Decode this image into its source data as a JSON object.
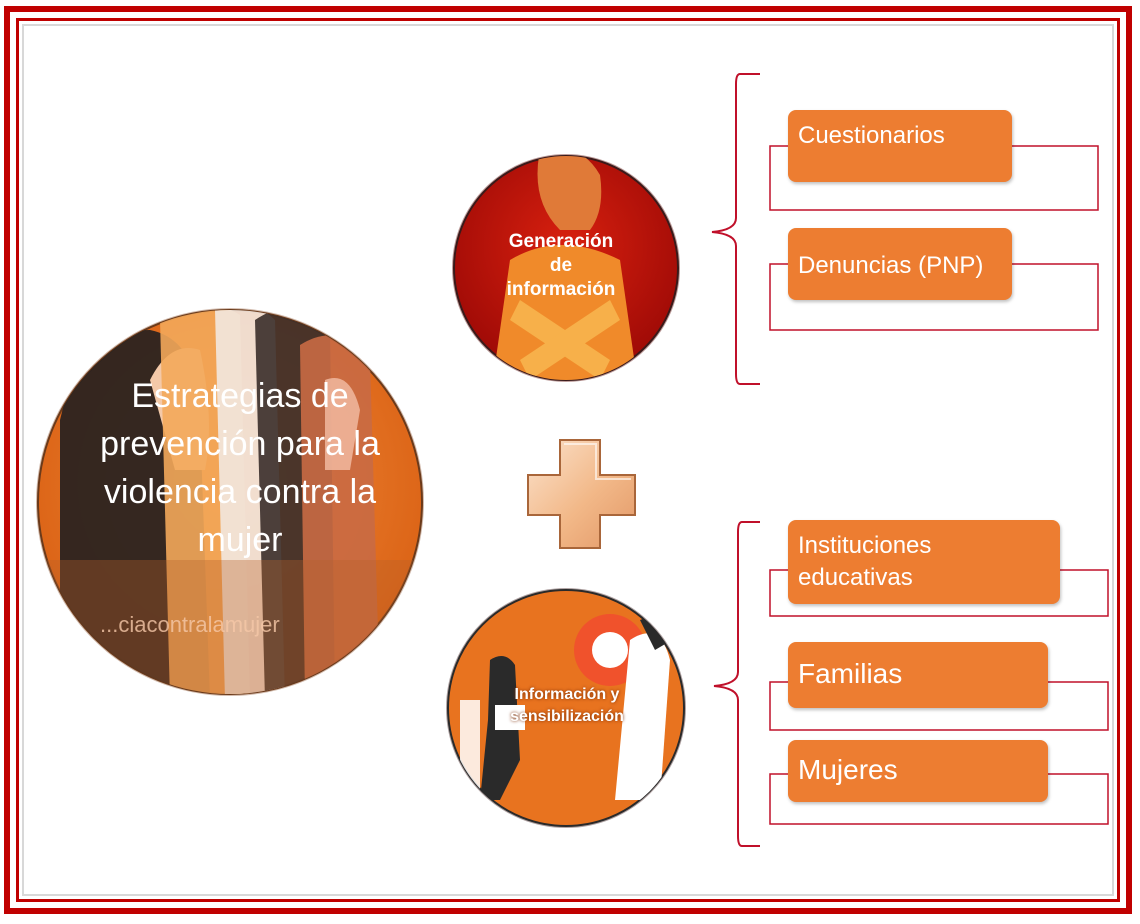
{
  "main_circle": {
    "title": "Estrategias de prevención para la violencia contra la mujer",
    "hashtag": "...ciacontralamujer"
  },
  "branch_top": {
    "title": "Generación de información",
    "items": [
      "Cuestionarios",
      "Denuncias (PNP)"
    ]
  },
  "branch_bottom": {
    "title": "Información y sensibilización",
    "items": [
      "Instituciones educativas",
      "Familias",
      "Mujeres"
    ]
  },
  "colors": {
    "frame": "#c00000",
    "box_fill": "#ed7d31",
    "main_circle": "#e8731f",
    "top_circle": "#b80f0a",
    "bottom_circle": "#e8731f",
    "plus_fill": "#f6c8a3"
  },
  "icons": {
    "plus": "plus-sign-icon"
  }
}
